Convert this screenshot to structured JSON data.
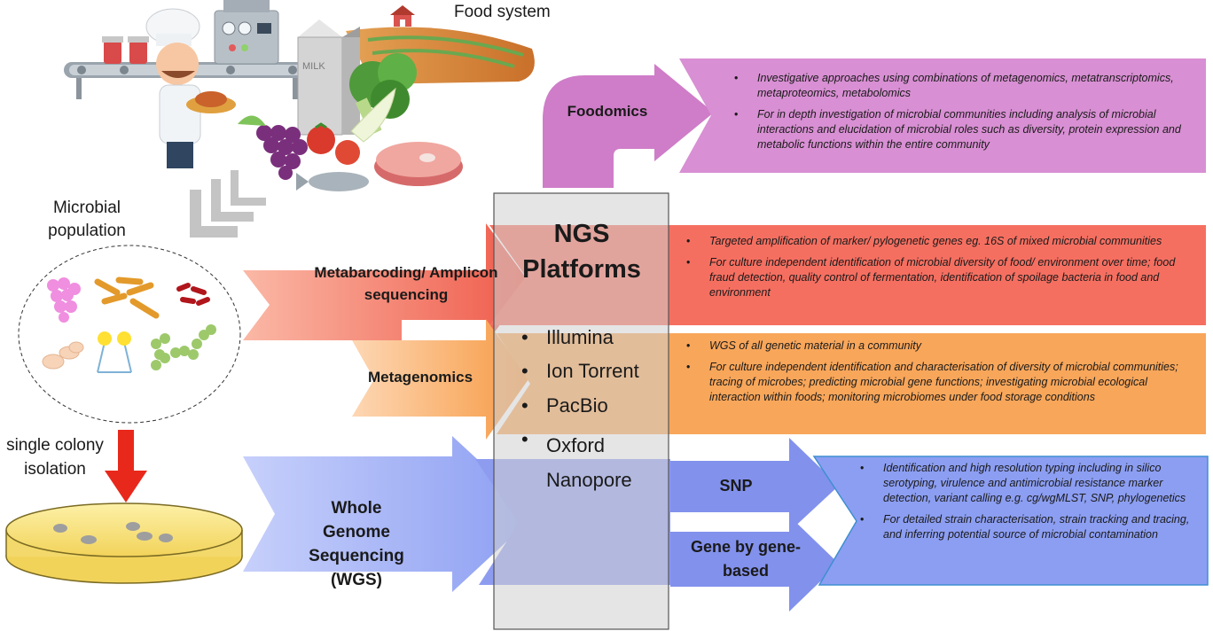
{
  "food_system": {
    "title": "Food system"
  },
  "microbial": {
    "title": "Microbial population"
  },
  "isolation": {
    "label": "single colony isolation"
  },
  "illustration": {
    "milk_text": "MILK"
  },
  "foodomics": {
    "label": "Foodomics",
    "color": "#cf7dc8",
    "bullets": [
      "Investigative approaches using combinations of metagenomics, metatranscriptomics, metaproteomics, metabolomics",
      "For in depth investigation of microbial communities including analysis of microbial interactions and elucidation of microbial roles such as diversity, protein expression and metabolic functions within the entire community"
    ]
  },
  "metabarcoding": {
    "label": "Metabarcoding/ Amplicon sequencing",
    "color": "#f36e5f",
    "bullets": [
      "Targeted amplification of marker/ pylogenetic genes eg. 16S of mixed microbial communities",
      "For culture independent identification of microbial diversity of food/ environment over time; food fraud detection, quality control of fermentation, identification of spoilage bacteria in food and environment"
    ]
  },
  "metagenomics": {
    "label": "Metagenomics",
    "color": "#f7a55a",
    "bullets": [
      "WGS of all genetic material in a community",
      "For culture independent identification and characterisation of diversity of microbial communities; tracing of microbes; predicting microbial gene functions; investigating microbial ecological interaction within foods; monitoring microbiomes under food storage conditions"
    ]
  },
  "wgs": {
    "label": "Whole Genome Sequencing (WGS)",
    "color": "#a9b7f5",
    "snp_label": "SNP",
    "gene_label": "Gene by gene-based",
    "bullets": [
      "Identification and high resolution typing including in silico serotyping, virulence and antimicrobial resistance marker detection, variant calling e.g. cg/wgMLST, SNP, phylogenetics",
      "For detailed strain characterisation, strain tracking and tracing, and inferring potential source of microbial contamination"
    ]
  },
  "ngs": {
    "title": "NGS Platforms",
    "platforms": [
      "Illumina",
      "Ion Torrent",
      "PacBio",
      "Oxford Nanopore"
    ]
  }
}
